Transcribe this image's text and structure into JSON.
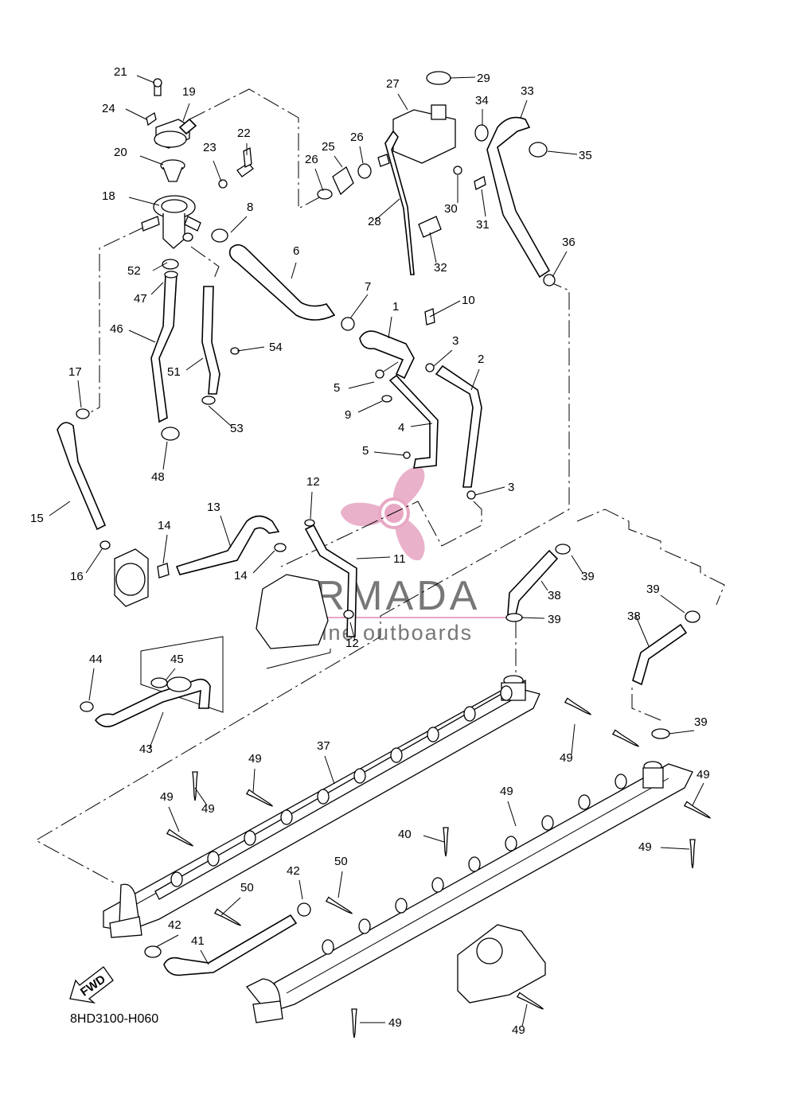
{
  "diagram": {
    "code": "8HD3100-H060",
    "fwd_label": "FWD",
    "watermark": {
      "brand": "ARMADA",
      "tagline": "marine outboards",
      "color": "#e8a8c4"
    },
    "callouts": [
      "21",
      "19",
      "24",
      "20",
      "18",
      "22",
      "23",
      "8",
      "6",
      "27",
      "29",
      "34",
      "33",
      "35",
      "26",
      "25",
      "26",
      "28",
      "30",
      "31",
      "32",
      "36",
      "7",
      "1",
      "10",
      "3",
      "2",
      "5",
      "9",
      "4",
      "5",
      "3",
      "52",
      "47",
      "46",
      "51",
      "54",
      "53",
      "48",
      "17",
      "15",
      "16",
      "14",
      "13",
      "14",
      "12",
      "11",
      "12",
      "38",
      "39",
      "38",
      "39",
      "39",
      "39",
      "44",
      "45",
      "43",
      "37",
      "49",
      "49",
      "49",
      "49",
      "40",
      "49",
      "49",
      "49",
      "42",
      "50",
      "50",
      "42",
      "41",
      "49",
      "49"
    ]
  }
}
